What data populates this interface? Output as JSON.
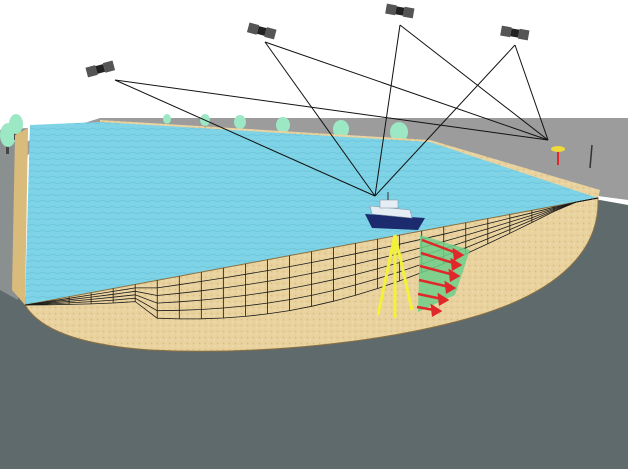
{
  "scene": {
    "satellites": [
      {
        "name": "satellite-1"
      },
      {
        "name": "satellite-2"
      },
      {
        "name": "satellite-3"
      },
      {
        "name": "satellite-4"
      }
    ],
    "colors": {
      "ground": "#5f6a6d",
      "shore_far": "#9a9a9a",
      "water": "#7fd3e6",
      "water_deep": "#56bdd6",
      "sediment": "#e8cf98",
      "grid_line": "#1a1a1a",
      "tree": "#9de8c4",
      "signal_line": "#111111",
      "sonar_beam": "#f2f23a",
      "current_panel": "#6fcf8a",
      "current_arrow": "#e0282a",
      "boat_hull": "#1c2a6e",
      "boat_cabin": "#e6eef5",
      "base_station": "#f0d93a"
    },
    "icons": [
      "satellite-icon",
      "boat-icon",
      "tree-icon",
      "base-station-icon",
      "tripod-icon"
    ]
  }
}
